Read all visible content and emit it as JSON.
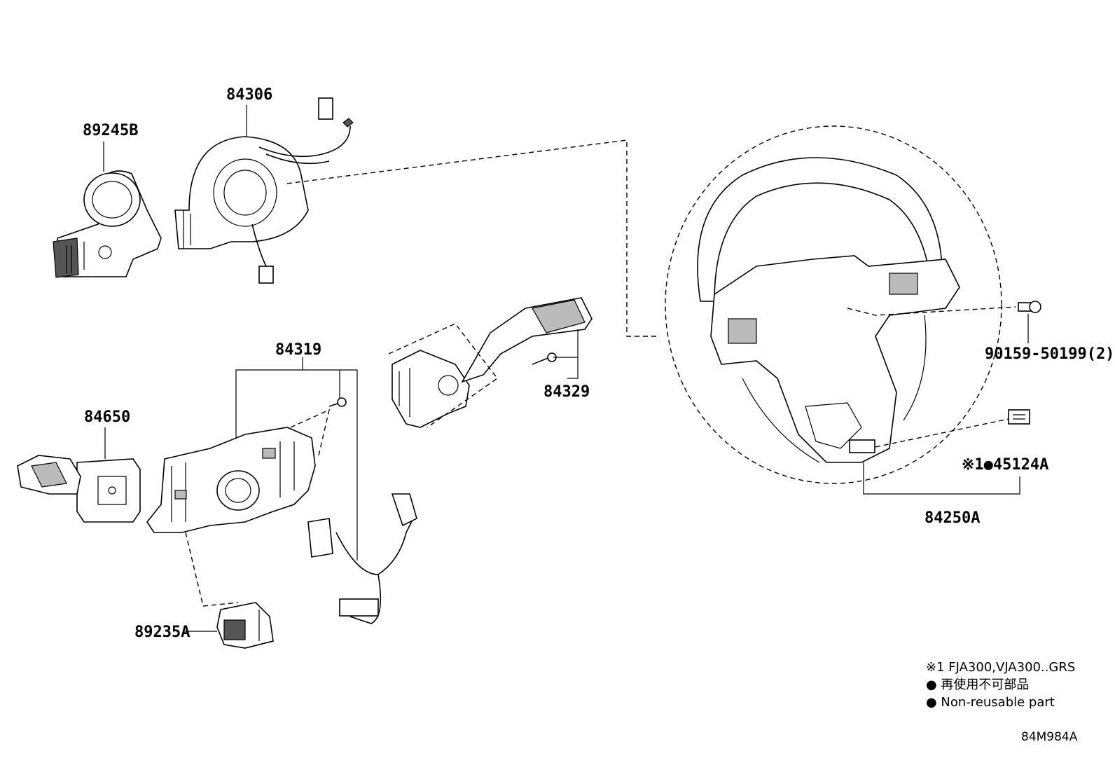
{
  "parts": {
    "p84306": "84306",
    "p89245B": "89245B",
    "p84319": "84319",
    "p84329": "84329",
    "p84650": "84650",
    "p89235A": "89235A",
    "p90159": "90159-50199(2)",
    "p45124A": "※1●45124A",
    "p84250A": "84250A"
  },
  "legend": {
    "note1": "※1 FJA300,VJA300..GRS",
    "note2": "● 再使用不可部品",
    "note3": "● Non-reusable part"
  },
  "diagram_code": "84M984A"
}
